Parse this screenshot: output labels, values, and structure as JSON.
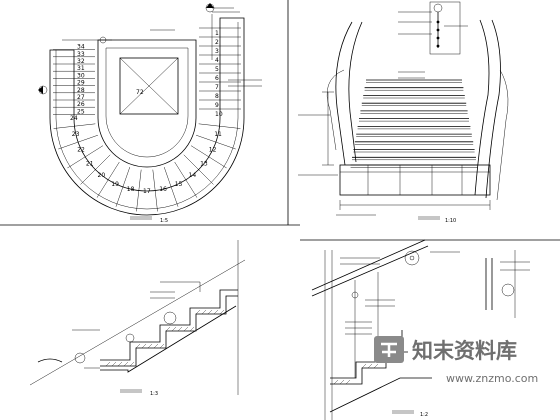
{
  "plan_view": {
    "stair_numbers": [
      "1",
      "2",
      "3",
      "4",
      "5",
      "6",
      "7",
      "8",
      "9",
      "10",
      "11",
      "12",
      "13",
      "14",
      "15",
      "16",
      "17",
      "18",
      "19",
      "20",
      "21",
      "22",
      "23",
      "24",
      "25",
      "26",
      "27",
      "28",
      "29",
      "30",
      "31",
      "32",
      "33",
      "34"
    ],
    "well_label": "72",
    "caption_scale": "1:5"
  },
  "front_elevation": {
    "caption_scale": "1:10"
  },
  "section": {
    "caption_scale": "1:3"
  },
  "detail": {
    "caption_scale": "1:2"
  },
  "watermark": {
    "site_name": "知末资料库",
    "url": "www.znzmo.com"
  }
}
